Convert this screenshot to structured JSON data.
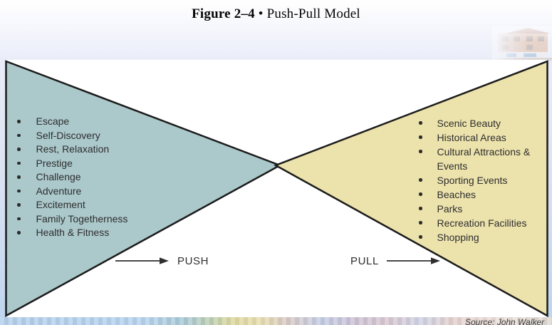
{
  "title": {
    "figure_label": "Figure 2–4",
    "separator": " • ",
    "name": "Push-Pull Model"
  },
  "push_factors": [
    "Escape",
    "Self-Discovery",
    "Rest, Relaxation",
    "Prestige",
    "Challenge",
    "Adventure",
    "Excitement",
    "Family Togetherness",
    "Health & Fitness"
  ],
  "pull_factors": [
    "Scenic Beauty",
    "Historical Areas",
    "Cultural Attractions & Events",
    "Sporting Events",
    "Beaches",
    "Parks",
    "Recreation Facilities",
    "Shopping"
  ],
  "labels": {
    "push": "PUSH",
    "pull": "PULL"
  },
  "source": "Source: John Walker",
  "colors": {
    "push_triangle": "#abc8cb",
    "pull_triangle": "#ece2ac",
    "triangle_outline": "#1b1b1b",
    "arrow": "#2e2e2e",
    "panel_background": "#ffffff"
  }
}
